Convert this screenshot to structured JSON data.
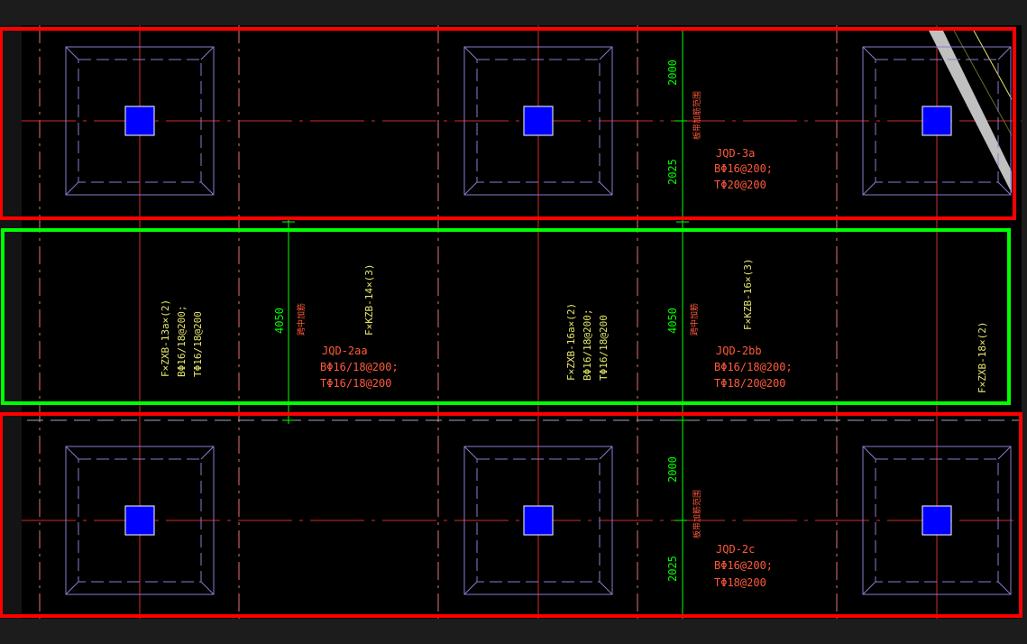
{
  "colors": {
    "background": "#000000",
    "frame": "#1c1c1c",
    "highlight_red": "#ff0000",
    "highlight_green": "#00ff00",
    "axis_red": "#d42a2a",
    "footing_outline": "#8f7ad0",
    "column": "#0000ff",
    "dim_green": "#00ff00",
    "text_red": "#ff5a3a",
    "text_yellow": "#e8e86a",
    "hatch": "#c0c0c0"
  },
  "dimensions": {
    "top_upper": "2000",
    "top_lower": "2025",
    "mid_left": "4050",
    "mid_right": "4050",
    "bottom_upper": "2000",
    "bottom_lower": "2025"
  },
  "footings": {
    "top": {
      "name": "JQD-3a",
      "bottom": "BΦ16@200;",
      "top": "TΦ20@200"
    },
    "mid_left": {
      "name": "JQD-2aa",
      "bottom": "BΦ16/18@200;",
      "top": "TΦ16/18@200"
    },
    "mid_right": {
      "name": "JQD-2bb",
      "bottom": "BΦ16/18@200;",
      "top": "TΦ18/20@200"
    },
    "bottom": {
      "name": "JQD-2c",
      "bottom": "BΦ16@200;",
      "top": "TΦ18@200"
    }
  },
  "beams": {
    "b1": {
      "name": "F×ZXB-13a×(2)",
      "bottom": "BΦ16/18@200;",
      "top": "TΦ16/18@200"
    },
    "b2": {
      "name": "F×KZB-14×(3)"
    },
    "b3": {
      "name": "F×ZXB-16a×(2)",
      "bottom": "BΦ16/18@200;",
      "top": "TΦ16/18@200"
    },
    "b4": {
      "name": "F×KZB-16×(3)"
    },
    "b5": {
      "name": "F×ZXB-18×(2)"
    }
  },
  "notes": {
    "n1": "跨中加筋",
    "n2": "跨中加筋",
    "n3": "板带加筋范围",
    "n4": "板带加筋范围"
  }
}
